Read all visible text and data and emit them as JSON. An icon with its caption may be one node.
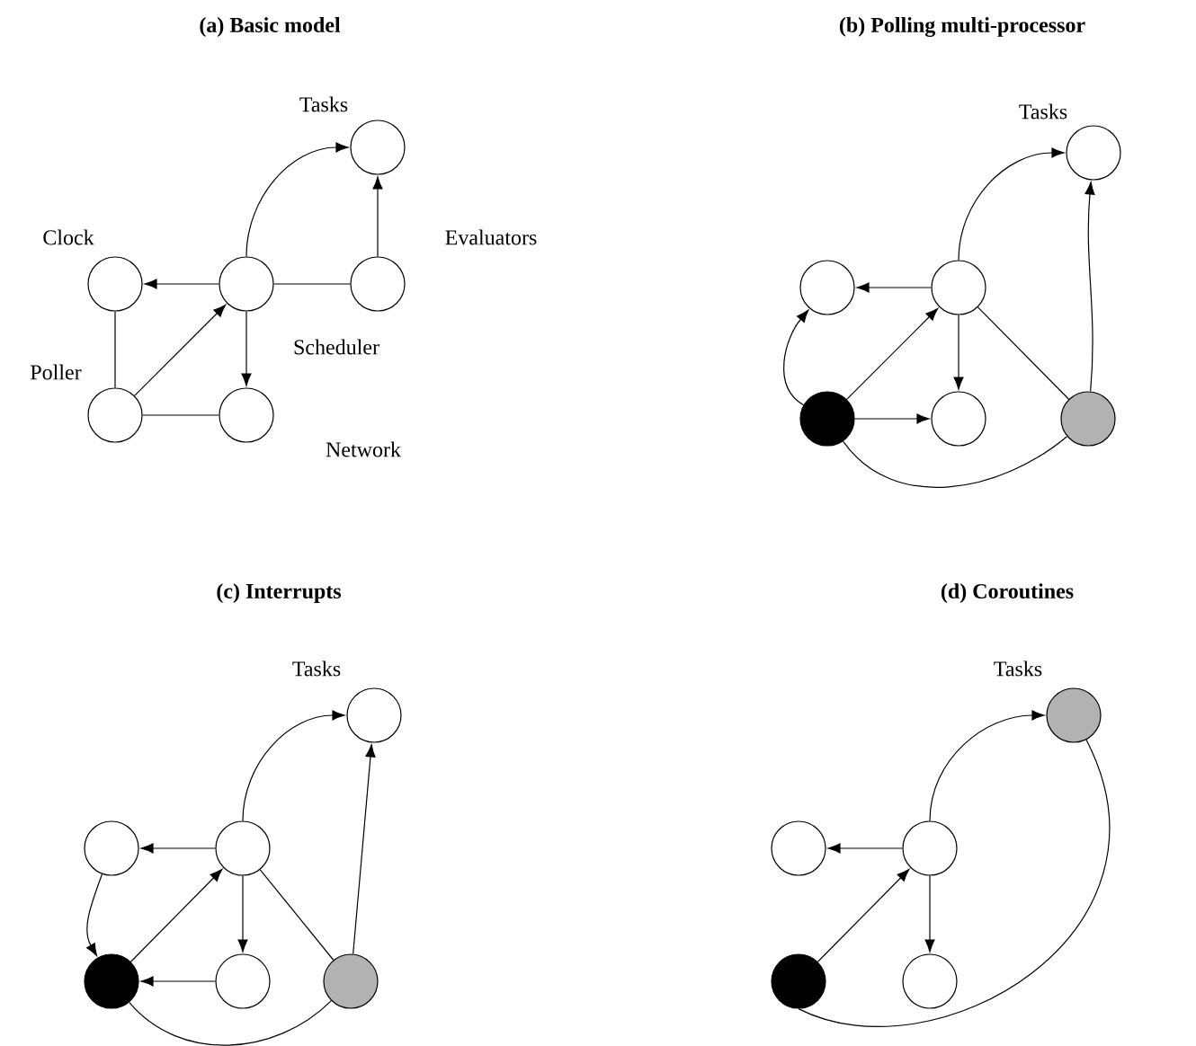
{
  "diagram": {
    "nodes": [
      {
        "text": [
          "Tasks"
        ]
      },
      {
        "text": [
          "Clock"
        ]
      },
      {
        "text": [
          "Scheduler"
        ]
      },
      {
        "text": [
          "Evaluators"
        ]
      },
      {
        "text": [
          "Poller"
        ]
      },
      {
        "text": [
          "Network"
        ]
      },
      {
        "text": [
          "Tasks"
        ]
      },
      {
        "text": [],
        "shape": "circle"
      },
      {
        "text": [],
        "shape": "circle"
      },
      {
        "text": [],
        "shape": "circle"
      },
      {
        "text": [],
        "shape": "circle"
      },
      {
        "text": [],
        "shape": "circle"
      },
      {
        "text": [
          "Tasks"
        ]
      },
      {
        "text": [],
        "shape": "circle"
      },
      {
        "text": [],
        "shape": "circle"
      },
      {
        "text": [],
        "shape": "circle"
      },
      {
        "text": [],
        "shape": "circle"
      },
      {
        "text": [],
        "shape": "circle"
      },
      {
        "text": [
          "Tasks"
        ]
      },
      {
        "text": [],
        "shape": "circle"
      },
      {
        "text": [],
        "shape": "circle"
      },
      {
        "text": [],
        "shape": "circle"
      },
      {
        "text": [],
        "shape": "circle"
      }
    ],
    "edges": [
      {
        "from": 2,
        "to": 0,
        "arrow": "to"
      },
      {
        "from": 3,
        "to": 0,
        "arrow": "to"
      },
      {
        "from": 2,
        "to": 1,
        "arrow": "to"
      },
      {
        "from": 2,
        "to": 3,
        "arrow": "none"
      },
      {
        "from": 2,
        "to": 5,
        "arrow": "to"
      },
      {
        "from": 4,
        "to": 2,
        "arrow": "to"
      },
      {
        "from": 1,
        "to": 4,
        "arrow": "none"
      },
      {
        "from": 4,
        "to": 5,
        "arrow": "none"
      },
      {
        "from": 8,
        "to": 6,
        "arrow": "to"
      },
      {
        "from": 11,
        "to": 6,
        "arrow": "to"
      },
      {
        "from": 8,
        "to": 7,
        "arrow": "to"
      },
      {
        "from": 9,
        "to": 7,
        "arrow": "to"
      },
      {
        "from": 9,
        "to": 8,
        "arrow": "to"
      },
      {
        "from": 8,
        "to": 10,
        "arrow": "to"
      },
      {
        "from": 8,
        "to": 11,
        "arrow": "none"
      },
      {
        "from": 9,
        "to": 10,
        "arrow": "to"
      },
      {
        "from": 9,
        "to": 11,
        "arrow": "none"
      },
      {
        "from": 14,
        "to": 12,
        "arrow": "to"
      },
      {
        "from": 17,
        "to": 12,
        "arrow": "to"
      },
      {
        "from": 14,
        "to": 13,
        "arrow": "to"
      },
      {
        "from": 13,
        "to": 15,
        "arrow": "to"
      },
      {
        "from": 15,
        "to": 14,
        "arrow": "to"
      },
      {
        "from": 14,
        "to": 16,
        "arrow": "to"
      },
      {
        "from": 16,
        "to": 15,
        "arrow": "to"
      },
      {
        "from": 14,
        "to": 17,
        "arrow": "none"
      },
      {
        "from": 15,
        "to": 17,
        "arrow": "none"
      },
      {
        "from": 20,
        "to": 18,
        "arrow": "to"
      },
      {
        "from": 20,
        "to": 19,
        "arrow": "to"
      },
      {
        "from": 21,
        "to": 20,
        "arrow": "to"
      },
      {
        "from": 20,
        "to": 22,
        "arrow": "to"
      },
      {
        "from": 21,
        "to": 18,
        "arrow": "none"
      }
    ],
    "labels": [
      "(a) Basic model",
      "(b) Polling multi-processor",
      "(c) Interrupts",
      "(d) Coroutines"
    ]
  }
}
